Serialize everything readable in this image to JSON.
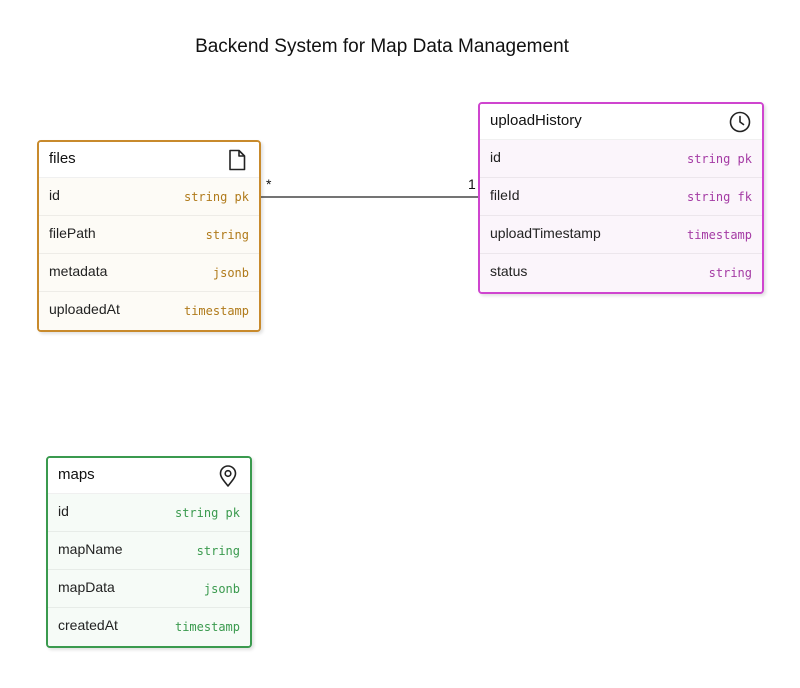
{
  "title": "Backend System for Map Data Management",
  "colors": {
    "files": "#c88a2c",
    "uploadHistory": "#cf45cf",
    "maps": "#3a9a4e"
  },
  "entities": {
    "files": {
      "name": "files",
      "icon": "file-icon",
      "fields": [
        {
          "name": "id",
          "type": "string pk"
        },
        {
          "name": "filePath",
          "type": "string"
        },
        {
          "name": "metadata",
          "type": "jsonb"
        },
        {
          "name": "uploadedAt",
          "type": "timestamp"
        }
      ]
    },
    "uploadHistory": {
      "name": "uploadHistory",
      "icon": "clock-icon",
      "fields": [
        {
          "name": "id",
          "type": "string pk"
        },
        {
          "name": "fileId",
          "type": "string fk"
        },
        {
          "name": "uploadTimestamp",
          "type": "timestamp"
        },
        {
          "name": "status",
          "type": "string"
        }
      ]
    },
    "maps": {
      "name": "maps",
      "icon": "map-pin-icon",
      "fields": [
        {
          "name": "id",
          "type": "string pk"
        },
        {
          "name": "mapName",
          "type": "string"
        },
        {
          "name": "mapData",
          "type": "jsonb"
        },
        {
          "name": "createdAt",
          "type": "timestamp"
        }
      ]
    }
  },
  "relationship": {
    "from_cardinality": "*",
    "to_cardinality": "1"
  }
}
